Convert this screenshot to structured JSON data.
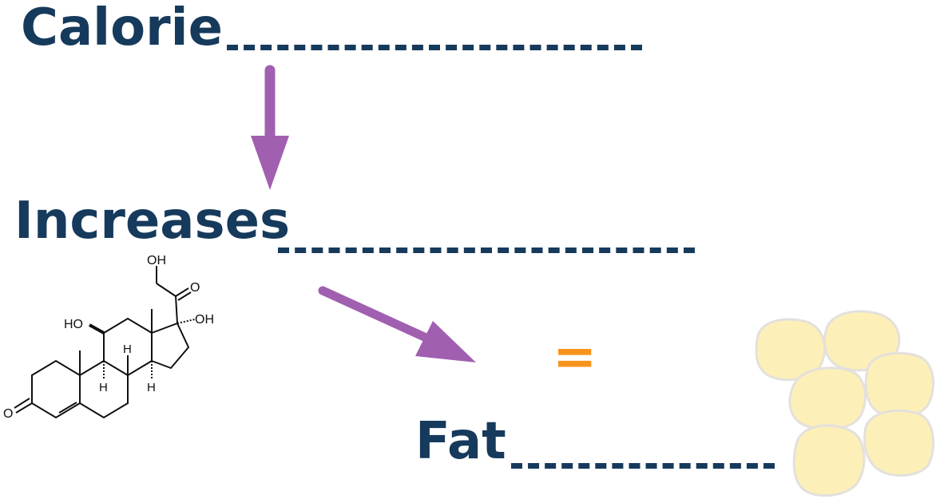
{
  "lines": {
    "calorie": "Calorie",
    "increases": "Increases",
    "fat": "Fat"
  },
  "equals_sign": "=",
  "molecule": {
    "labels": {
      "oh_top": "OH",
      "o_ketone": "O",
      "ho_left": "HO",
      "oh_right": "OH",
      "h_1": "H",
      "h_2": "H",
      "h_3": "H",
      "o_bottom": "O"
    }
  },
  "colors": {
    "text": "#163a5c",
    "arrow": "#a15fb0",
    "equals": "#f7941d",
    "fat_cell_fill": "#fcf0b8",
    "fat_cell_stroke": "#e4e0dc"
  },
  "icons": {
    "molecule": "steroid-molecule-icon",
    "fat": "fat-cells-icon"
  }
}
